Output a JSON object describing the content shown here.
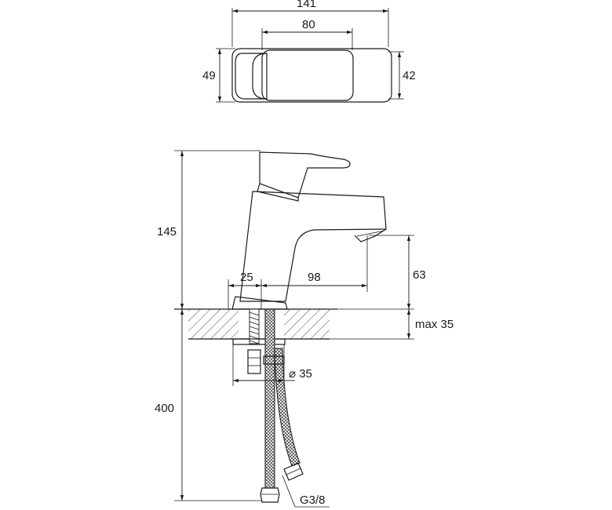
{
  "top_view": {
    "width_total": "141",
    "width_handle": "80",
    "height_left": "49",
    "height_right": "42"
  },
  "side_view": {
    "height_total": "145",
    "base_width": "25",
    "reach": "98",
    "spout_height": "63",
    "countertop": "max 35",
    "hole_diameter": "⌀ 35",
    "hose_length": "400",
    "connector": "G3/8"
  }
}
